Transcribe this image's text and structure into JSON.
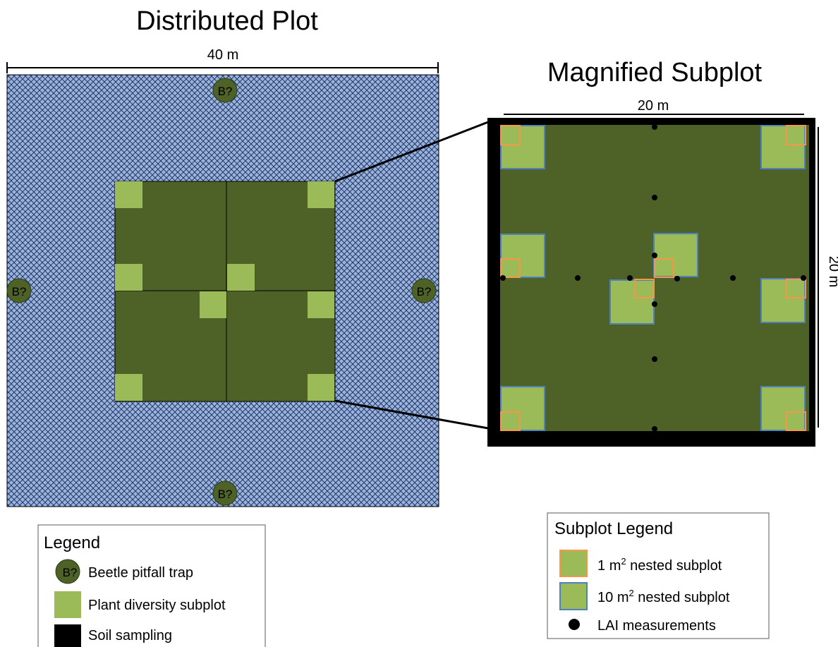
{
  "plot": {
    "title": "Distributed Plot",
    "width_label": "40 m",
    "beetle_label": "B?"
  },
  "subplot": {
    "title": "Magnified Subplot",
    "width_label": "20 m",
    "height_label": "20 m"
  },
  "legend": {
    "title": "Legend",
    "items": [
      {
        "label": "Beetle pitfall trap",
        "icon": "beetle-trap-icon"
      },
      {
        "label": "Plant diversity subplot",
        "icon": "plant-subplot-swatch"
      },
      {
        "label": "Soil sampling",
        "icon": "soil-sampling-swatch"
      }
    ]
  },
  "subplot_legend": {
    "title": "Subplot Legend",
    "items": [
      {
        "number": "1",
        "unit": "m",
        "exp": "2",
        "rest": " nested subplot",
        "icon": "nested-1m2-swatch"
      },
      {
        "number": "10",
        "unit": "m",
        "exp": "2",
        "rest": " nested subplot",
        "icon": "nested-10m2-swatch"
      },
      {
        "label": "LAI measurements",
        "icon": "lai-dot-icon"
      }
    ]
  },
  "colors": {
    "hatch_background": "#9db3d9",
    "hatch_lines": "#1e3a6e",
    "dark_green": "#4e6228",
    "light_green": "#9bbb59",
    "nested_1m2_border": "#f79646",
    "nested_10m2_border": "#4f81bd",
    "beetle_fill": "#4e6228"
  }
}
